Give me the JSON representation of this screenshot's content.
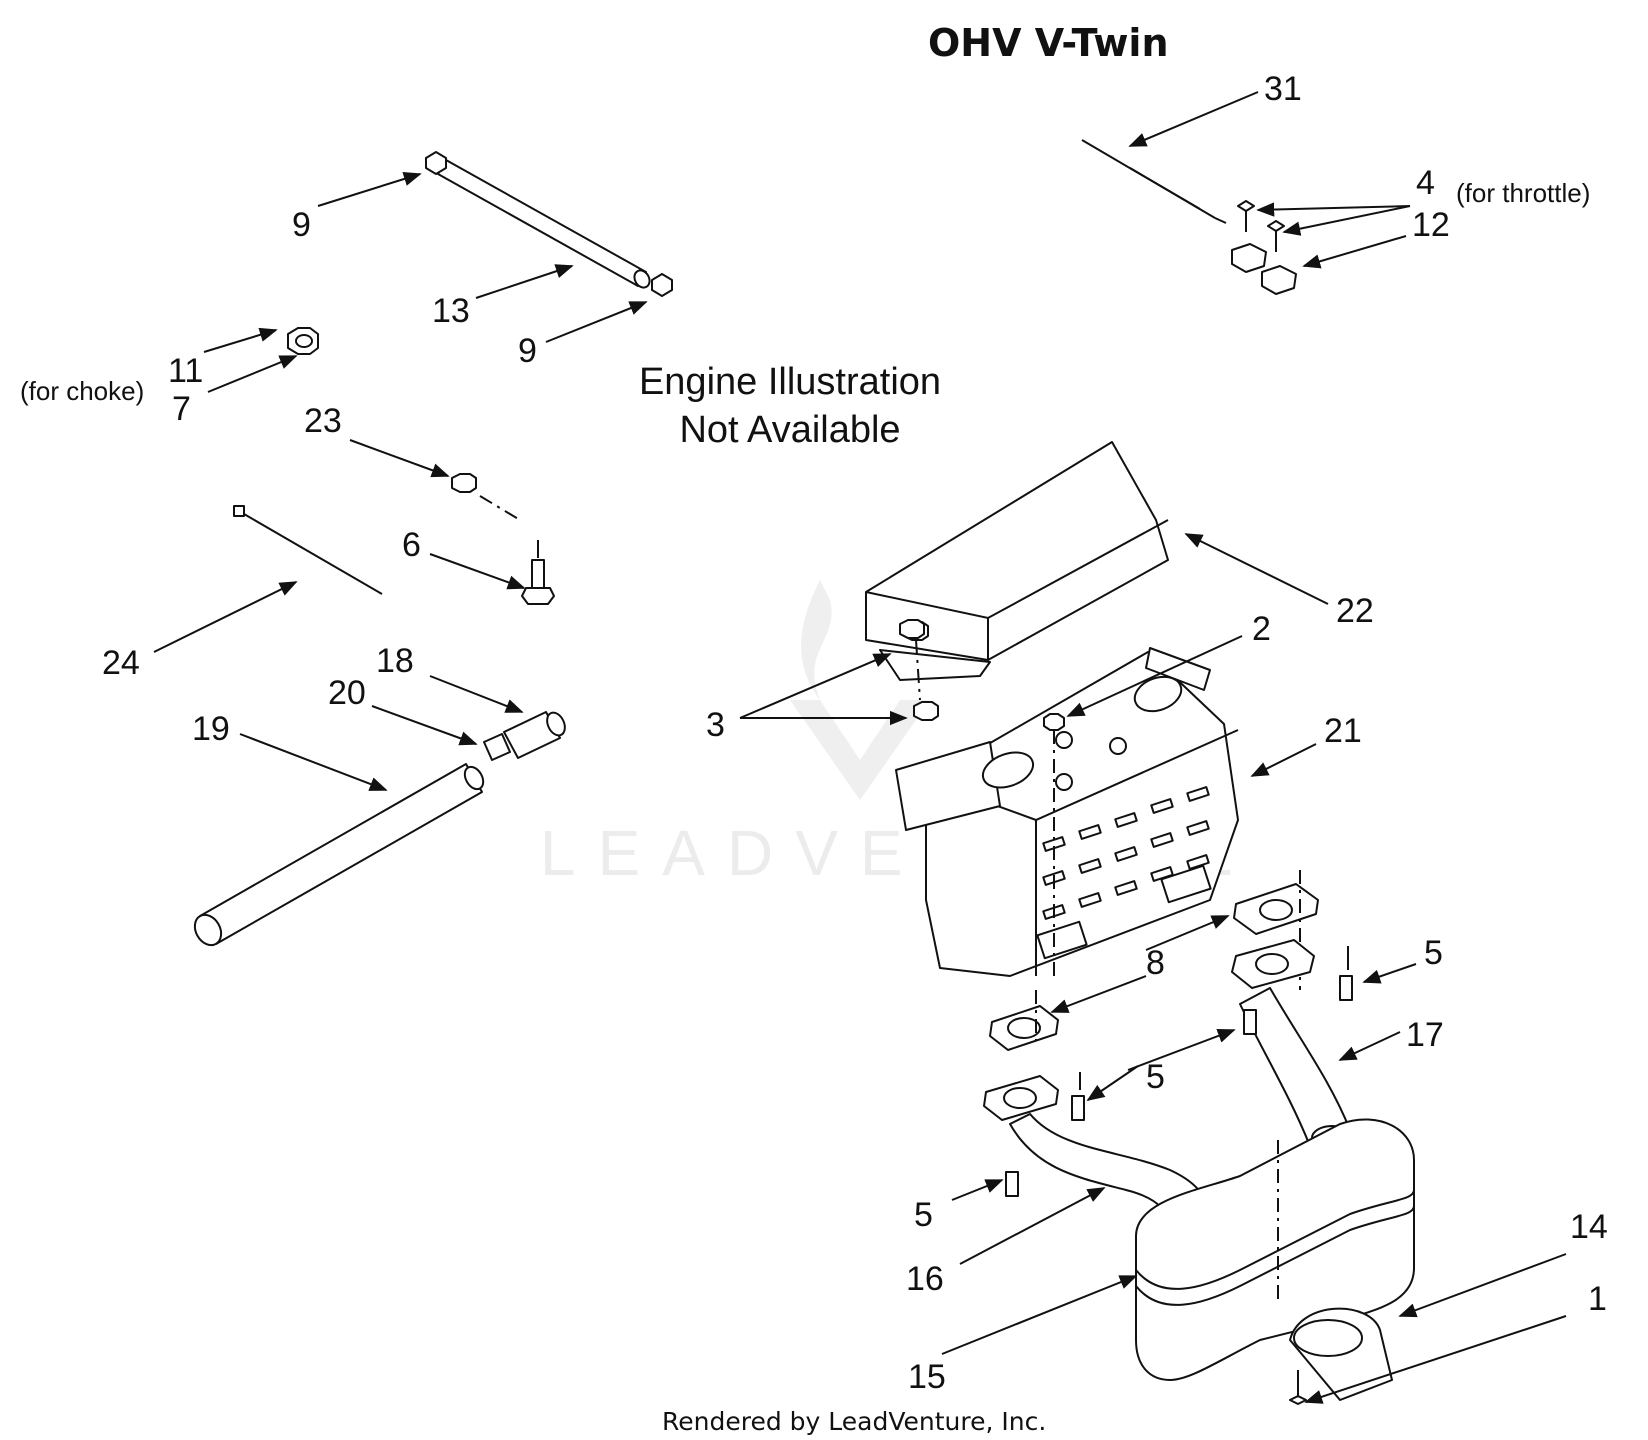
{
  "title": "OHV V-Twin",
  "placeholder_text": [
    "Engine Illustration",
    "Not Available"
  ],
  "watermark": "LEADVENTURE",
  "footer": "Rendered by LeadVenture, Inc.",
  "callouts": [
    {
      "id": "31",
      "label": "31"
    },
    {
      "id": "4",
      "label": "4",
      "note": "(for throttle)"
    },
    {
      "id": "12",
      "label": "12"
    },
    {
      "id": "9a",
      "label": "9"
    },
    {
      "id": "13",
      "label": "13"
    },
    {
      "id": "9b",
      "label": "9"
    },
    {
      "id": "11",
      "label": "11"
    },
    {
      "id": "7",
      "label": "7",
      "note": "(for choke)"
    },
    {
      "id": "23",
      "label": "23"
    },
    {
      "id": "6",
      "label": "6"
    },
    {
      "id": "24",
      "label": "24"
    },
    {
      "id": "18",
      "label": "18"
    },
    {
      "id": "20",
      "label": "20"
    },
    {
      "id": "19",
      "label": "19"
    },
    {
      "id": "22",
      "label": "22"
    },
    {
      "id": "2",
      "label": "2"
    },
    {
      "id": "3",
      "label": "3"
    },
    {
      "id": "21",
      "label": "21"
    },
    {
      "id": "8",
      "label": "8"
    },
    {
      "id": "5a",
      "label": "5"
    },
    {
      "id": "17",
      "label": "17"
    },
    {
      "id": "5b",
      "label": "5"
    },
    {
      "id": "5c",
      "label": "5"
    },
    {
      "id": "16",
      "label": "16"
    },
    {
      "id": "14",
      "label": "14"
    },
    {
      "id": "1",
      "label": "1"
    },
    {
      "id": "15",
      "label": "15"
    }
  ]
}
